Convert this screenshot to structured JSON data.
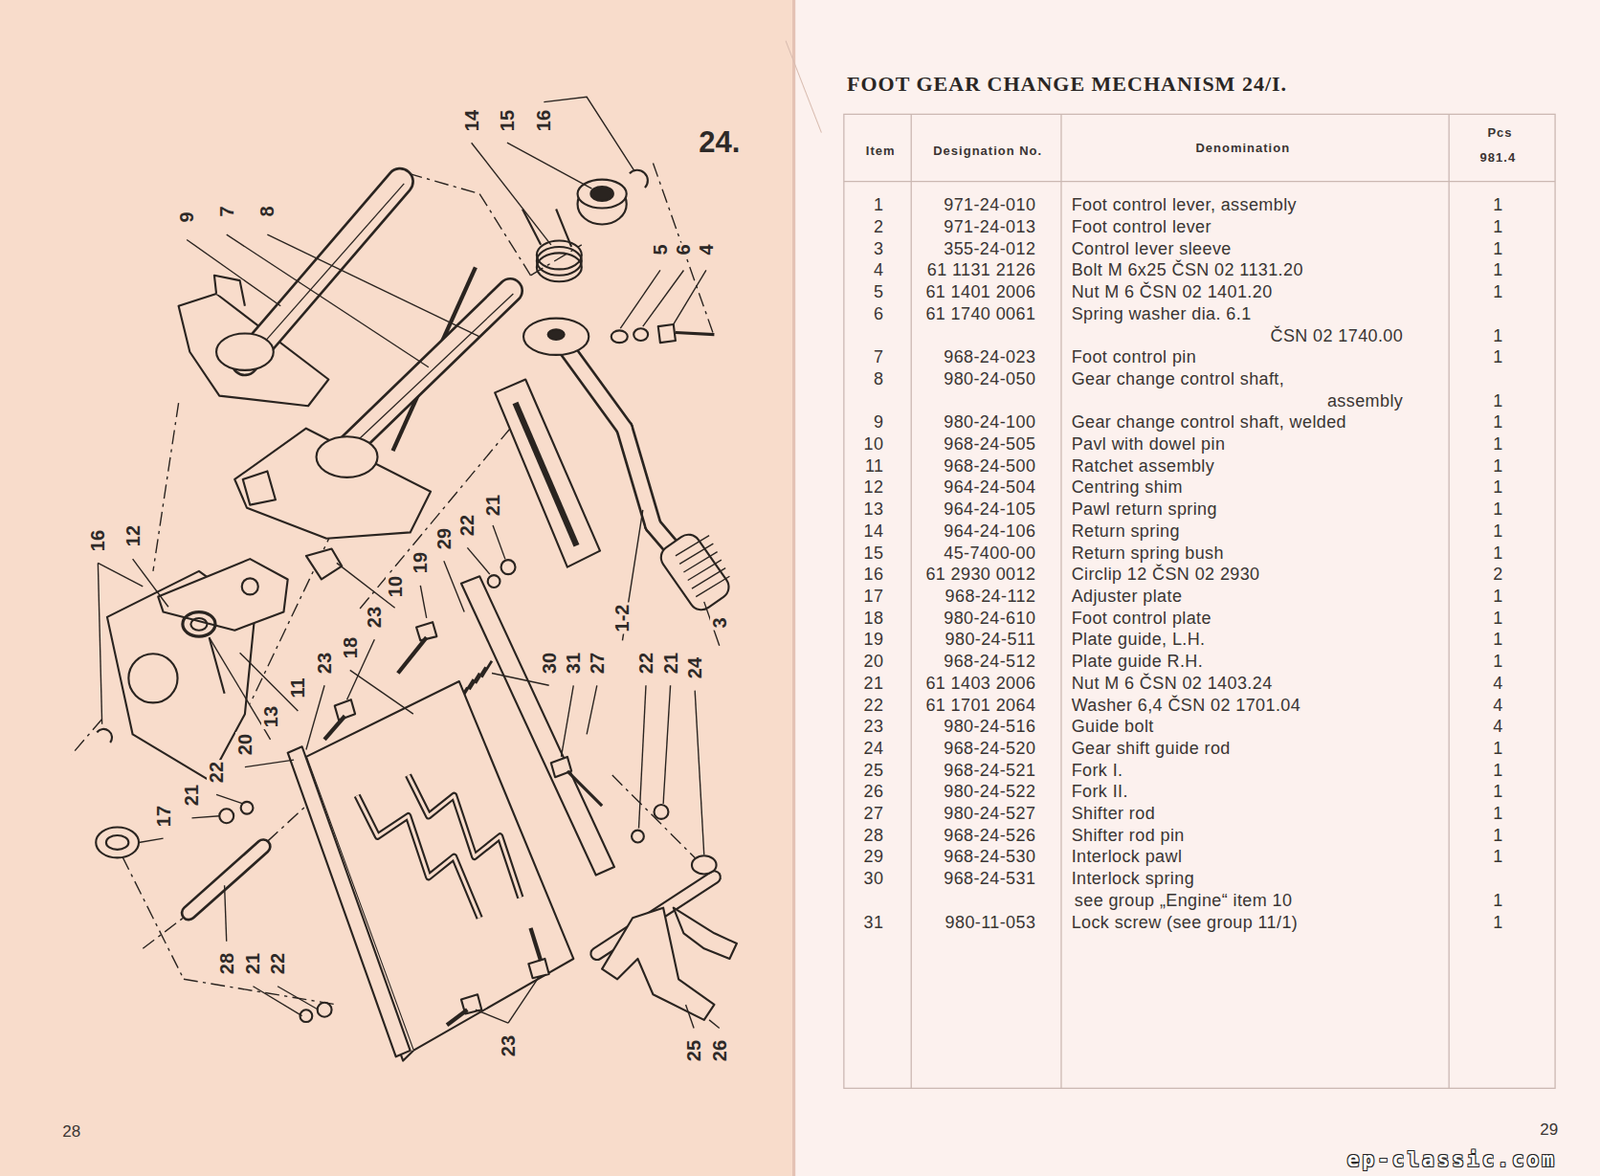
{
  "diagram": {
    "title": "FOOT GEAR CHANGE MECHANISM 24/I.",
    "labels": [
      "14",
      "15",
      "16",
      "9",
      "7",
      "8",
      "5",
      "6",
      "4",
      "16",
      "12",
      "21",
      "22",
      "29",
      "19",
      "10",
      "23",
      "18",
      "23",
      "11",
      "13",
      "20",
      "30",
      "31",
      "27",
      "1-2",
      "22",
      "21",
      "24",
      "3",
      "17",
      "21",
      "22",
      "28",
      "21",
      "22",
      "23",
      "25",
      "26",
      "24.",
      "Item",
      "Designation No.",
      "Denomination",
      "Pcs",
      "981.4",
      "1",
      "971-24-010",
      "Foot control lever, assembly",
      "1",
      "2",
      "971-24-013",
      "Foot control lever",
      "1",
      "3",
      "355-24-012",
      "Control lever sleeve",
      "1",
      "4",
      "61 1131 2126",
      "Bolt M 6x25 ČSN 02 1131.20",
      "1",
      "5",
      "61 1401 2006",
      "Nut M 6 ČSN 02 1401.20",
      "1",
      "6",
      "61 1740 0061",
      "Spring washer dia. 6.1",
      "ČSN 02 1740.00",
      "1",
      "7",
      "968-24-023",
      "Foot control pin",
      "1",
      "8",
      "980-24-050",
      "Gear change control shaft,",
      "assembly",
      "1",
      "9",
      "980-24-100",
      "Gear change control shaft, welded",
      "1",
      "10",
      "968-24-505",
      "Pavl with dowel pin",
      "1",
      "11",
      "968-24-500",
      "Ratchet assembly",
      "1",
      "12",
      "964-24-504",
      "Centring shim",
      "1",
      "13",
      "964-24-105",
      "Pawl return spring",
      "1",
      "14",
      "964-24-106",
      "Return spring",
      "1",
      "15",
      "45-7400-00",
      "Return spring bush",
      "1",
      "16",
      "61 2930 0012",
      "Circlip 12 ČSN 02 2930",
      "2",
      "17",
      "968-24-112",
      "Adjuster plate",
      "1",
      "18",
      "980-24-610",
      "Foot control plate",
      "1",
      "19",
      "980-24-511",
      "Plate guide, L.H.",
      "1",
      "20",
      "968-24-512",
      "Plate guide R.H.",
      "1",
      "21",
      "61 1403 2006",
      "Nut M 6 ČSN 02 1403.24",
      "4",
      "22",
      "61 1701 2064",
      "Washer 6,4 ČSN 02 1701.04",
      "4",
      "23",
      "980-24-516",
      "Guide bolt",
      "4",
      "24",
      "968-24-520",
      "Gear shift guide rod",
      "1",
      "25",
      "968-24-521",
      "Fork I.",
      "1",
      "26",
      "980-24-522",
      "Fork II.",
      "1",
      "27",
      "980-24-527",
      "Shifter rod",
      "1",
      "28",
      "968-24-526",
      "Shifter rod pin",
      "1",
      "29",
      "968-24-530",
      "Interlock pawl",
      "1",
      "30",
      "968-24-531",
      "Interlock spring",
      "see group „Engine“ item 10",
      "1",
      "31",
      "980-11-053",
      "Lock screw (see group 11/1)",
      "1",
      "28",
      "29",
      "ep-classic.com"
    ]
  }
}
